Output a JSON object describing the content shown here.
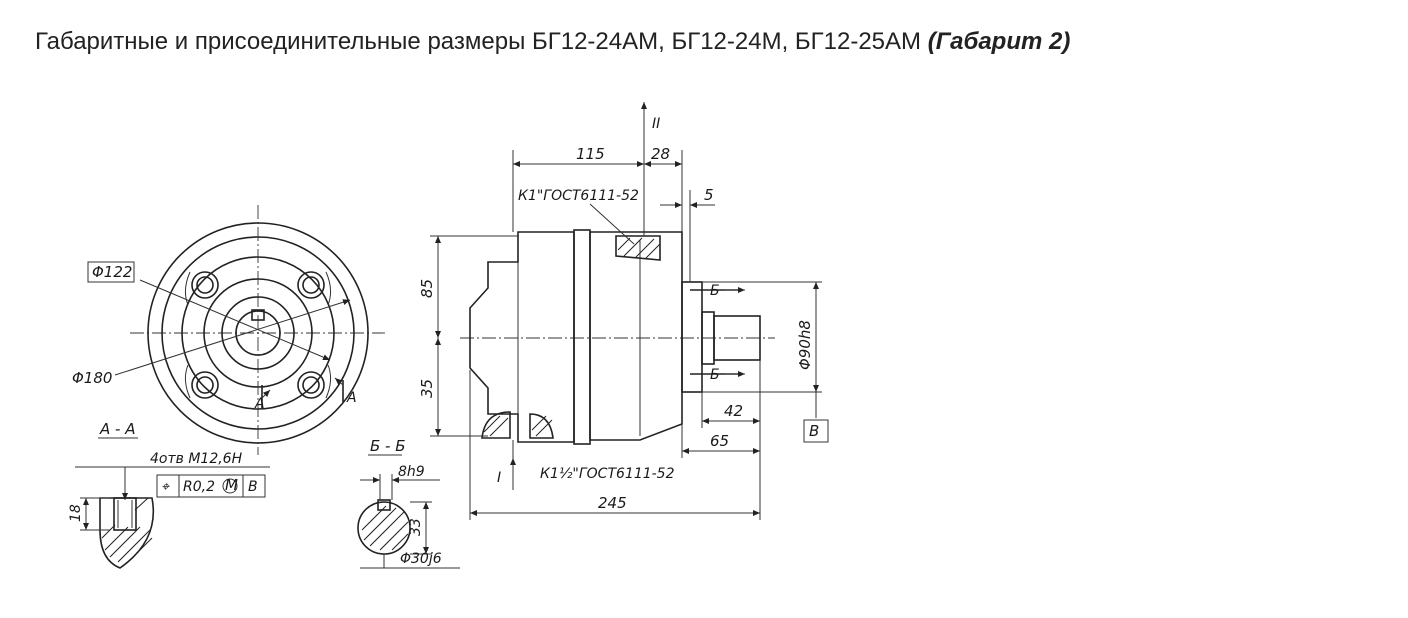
{
  "page": {
    "title_main": "Габаритные и присоединительные размеры БГ12-24АМ, БГ12-24М, БГ12-25АМ",
    "title_emphasis": "(Габарит 2)"
  },
  "drawing": {
    "front_view": {
      "dim_122": "Φ122",
      "dim_180": "Φ180",
      "section_mark_a_left": "A",
      "section_mark_a_right": "A"
    },
    "section_aa": {
      "title": "A - A",
      "holes_callout": "4отв М12,6Н",
      "tolerance_frame": [
        "⌖",
        "R0,2",
        "M",
        "В"
      ],
      "depth": "18"
    },
    "section_bb": {
      "title": "Б - Б",
      "key_width": "8h9",
      "key_depth": "33",
      "shaft_diameter": "Φ30j6"
    },
    "side_view": {
      "view_mark_top": "II",
      "view_mark_bottom": "I",
      "dim_115": "115",
      "dim_28": "28",
      "dim_5": "5",
      "port_top": "К1\"ГОСТ6111-52",
      "port_bottom": "К1½\"ГОСТ6111-52",
      "dim_85": "85",
      "dim_35": "35",
      "dim_90h8": "Φ90h8",
      "dim_42": "42",
      "dim_65": "65",
      "dim_245": "245",
      "section_b_top": "Б",
      "section_b_bottom": "Б",
      "datum": "В"
    }
  }
}
